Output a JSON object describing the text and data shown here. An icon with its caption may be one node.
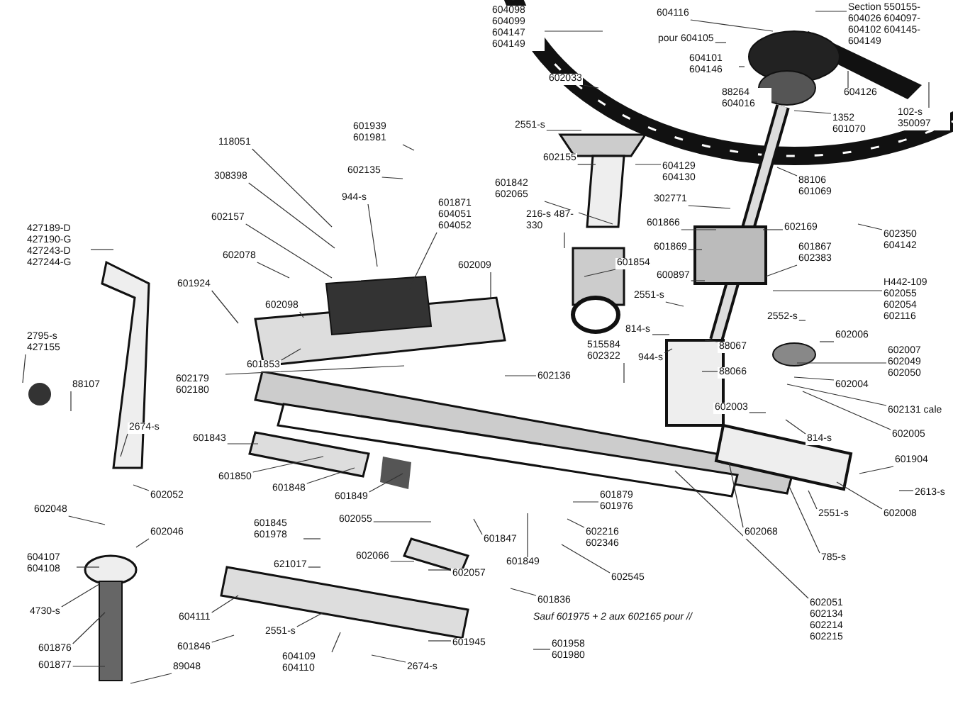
{
  "diagram": {
    "nodes": [
      {
        "text": [
          "604098 604099 604147 604149"
        ]
      },
      {
        "text": [
          "604116"
        ]
      },
      {
        "text": [
          "Section 550155-604026 604097-604102 604145-604149"
        ]
      },
      {
        "text": [
          "604101 604146"
        ]
      },
      {
        "text": [
          "602033"
        ]
      },
      {
        "text": [
          "88264 604016"
        ]
      },
      {
        "text": [
          "604126"
        ]
      },
      {
        "text": [
          "1352 601070"
        ]
      },
      {
        "text": [
          "102-s 350097"
        ]
      },
      {
        "text": [
          "2551-s"
        ]
      },
      {
        "text": [
          "602155"
        ]
      },
      {
        "text": [
          "604129 604130"
        ]
      },
      {
        "text": [
          "88106 601069"
        ]
      },
      {
        "text": [
          "601842 602065"
        ]
      },
      {
        "text": [
          "302771"
        ]
      },
      {
        "text": [
          "216-s 487-330"
        ]
      },
      {
        "text": [
          "601866"
        ]
      },
      {
        "text": [
          "602169"
        ]
      },
      {
        "text": [
          "602350 604142"
        ]
      },
      {
        "text": [
          "601867 602383"
        ]
      },
      {
        "text": [
          "601869"
        ]
      },
      {
        "text": [
          "601854"
        ]
      },
      {
        "text": [
          "600897"
        ]
      },
      {
        "text": [
          "2551-s"
        ]
      },
      {
        "text": [
          "H442-109 602055 602054 602116"
        ]
      },
      {
        "text": [
          "814-s"
        ]
      },
      {
        "text": [
          "2552-s"
        ]
      },
      {
        "text": [
          "602006"
        ]
      },
      {
        "text": [
          "88067"
        ]
      },
      {
        "text": [
          "601939 601981"
        ]
      },
      {
        "text": [
          "118051"
        ]
      },
      {
        "text": [
          "602135"
        ]
      },
      {
        "text": [
          "308398"
        ]
      },
      {
        "text": [
          "944-s"
        ]
      },
      {
        "text": [
          "601871 604051 604052"
        ]
      },
      {
        "text": [
          "602157"
        ]
      },
      {
        "text": [
          "602078"
        ]
      },
      {
        "text": [
          "601924"
        ]
      },
      {
        "text": [
          "602098"
        ]
      },
      {
        "text": [
          "602009"
        ]
      },
      {
        "text": [
          "427189-D 427190-G 427243-D 427244-G"
        ]
      },
      {
        "text": [
          "2795-s 427155"
        ]
      },
      {
        "text": [
          "88107"
        ]
      },
      {
        "text": [
          "2674-s"
        ]
      },
      {
        "text": [
          "601853"
        ]
      },
      {
        "text": [
          "602179 602180"
        ]
      },
      {
        "text": [
          "601843"
        ]
      },
      {
        "text": [
          "601850"
        ]
      },
      {
        "text": [
          "601848"
        ]
      },
      {
        "text": [
          "601849"
        ]
      },
      {
        "text": [
          "602052"
        ]
      },
      {
        "text": [
          "602048"
        ]
      },
      {
        "text": [
          "602046"
        ]
      },
      {
        "text": [
          "601845 601978"
        ]
      },
      {
        "text": [
          "602055"
        ]
      },
      {
        "text": [
          "604107 604108"
        ]
      },
      {
        "text": [
          "602066"
        ]
      },
      {
        "text": [
          "621017"
        ]
      },
      {
        "text": [
          "602057"
        ]
      },
      {
        "text": [
          "4730-s"
        ]
      },
      {
        "text": [
          "604111"
        ]
      },
      {
        "text": [
          "2551-s"
        ]
      },
      {
        "text": [
          "601876"
        ]
      },
      {
        "text": [
          "601846"
        ]
      },
      {
        "text": [
          "601945"
        ]
      },
      {
        "text": [
          "604109 604110"
        ]
      },
      {
        "text": [
          "601877"
        ]
      },
      {
        "text": [
          "89048"
        ]
      },
      {
        "text": [
          "2674-s"
        ]
      },
      {
        "text": [
          "515584 602322"
        ]
      },
      {
        "text": [
          "944-s"
        ]
      },
      {
        "text": [
          "602136"
        ]
      },
      {
        "text": [
          "88066"
        ]
      },
      {
        "text": [
          "602007 602049 602050"
        ]
      },
      {
        "text": [
          "602004"
        ]
      },
      {
        "text": [
          "602003"
        ]
      },
      {
        "text": [
          "602131 cale"
        ]
      },
      {
        "text": [
          "814-s"
        ]
      },
      {
        "text": [
          "602005"
        ]
      },
      {
        "text": [
          "601904"
        ]
      },
      {
        "text": [
          "2613-s"
        ]
      },
      {
        "text": [
          "601879 601976"
        ]
      },
      {
        "text": [
          "2551-s"
        ]
      },
      {
        "text": [
          "602008"
        ]
      },
      {
        "text": [
          "602216 602346"
        ]
      },
      {
        "text": [
          "601847"
        ]
      },
      {
        "text": [
          "602068"
        ]
      },
      {
        "text": [
          "601849"
        ]
      },
      {
        "text": [
          "785-s"
        ]
      },
      {
        "text": [
          "602545"
        ]
      },
      {
        "text": [
          "601836"
        ]
      },
      {
        "text": [
          "602051 602134 602214 602215"
        ]
      },
      {
        "text": [
          "601958 601980"
        ]
      },
      {
        "text": [
          "pour 604105"
        ]
      }
    ],
    "edges": [
      {
        "from": 0,
        "to": null,
        "arrow": "none"
      },
      {
        "from": 1,
        "to": null,
        "arrow": "none"
      },
      {
        "from": 2,
        "to": null,
        "arrow": "none"
      },
      {
        "from": 3,
        "to": null,
        "arrow": "none"
      },
      {
        "from": 4,
        "to": null,
        "arrow": "none"
      },
      {
        "from": 5,
        "to": null,
        "arrow": "none"
      },
      {
        "from": 6,
        "to": null,
        "arrow": "none"
      },
      {
        "from": 7,
        "to": null,
        "arrow": "none"
      },
      {
        "from": 8,
        "to": null,
        "arrow": "none"
      },
      {
        "from": 9,
        "to": null,
        "arrow": "none"
      },
      {
        "from": 10,
        "to": null,
        "arrow": "none"
      },
      {
        "from": 11,
        "to": null,
        "arrow": "none"
      },
      {
        "from": 12,
        "to": null,
        "arrow": "none"
      },
      {
        "from": 13,
        "to": null,
        "arrow": "none"
      },
      {
        "from": 14,
        "to": null,
        "arrow": "none"
      },
      {
        "from": 15,
        "to": null,
        "arrow": "none"
      },
      {
        "from": 16,
        "to": null,
        "arrow": "none"
      },
      {
        "from": 17,
        "to": null,
        "arrow": "none"
      },
      {
        "from": 18,
        "to": null,
        "arrow": "none"
      },
      {
        "from": 19,
        "to": null,
        "arrow": "none"
      },
      {
        "from": 20,
        "to": null,
        "arrow": "none"
      },
      {
        "from": 21,
        "to": null,
        "arrow": "none"
      },
      {
        "from": 22,
        "to": null,
        "arrow": "none"
      },
      {
        "from": 23,
        "to": null,
        "arrow": "none"
      },
      {
        "from": 24,
        "to": null,
        "arrow": "none"
      },
      {
        "from": 25,
        "to": null,
        "arrow": "none"
      },
      {
        "from": 26,
        "to": null,
        "arrow": "none"
      },
      {
        "from": 27,
        "to": null,
        "arrow": "none"
      },
      {
        "from": 28,
        "to": null,
        "arrow": "none"
      },
      {
        "from": 29,
        "to": null,
        "arrow": "none"
      },
      {
        "from": 30,
        "to": null,
        "arrow": "none"
      },
      {
        "from": 31,
        "to": null,
        "arrow": "none"
      },
      {
        "from": 32,
        "to": null,
        "arrow": "none"
      },
      {
        "from": 33,
        "to": null,
        "arrow": "none"
      },
      {
        "from": 34,
        "to": null,
        "arrow": "none"
      },
      {
        "from": 35,
        "to": null,
        "arrow": "none"
      },
      {
        "from": 36,
        "to": null,
        "arrow": "none"
      },
      {
        "from": 37,
        "to": null,
        "arrow": "none"
      },
      {
        "from": 38,
        "to": null,
        "arrow": "none"
      },
      {
        "from": 39,
        "to": null,
        "arrow": "none"
      },
      {
        "from": 40,
        "to": null,
        "arrow": "none"
      },
      {
        "from": 41,
        "to": null,
        "arrow": "none"
      },
      {
        "from": 42,
        "to": null,
        "arrow": "none"
      },
      {
        "from": 43,
        "to": null,
        "arrow": "none"
      },
      {
        "from": 44,
        "to": null,
        "arrow": "none"
      },
      {
        "from": 45,
        "to": null,
        "arrow": "none"
      },
      {
        "from": 46,
        "to": null,
        "arrow": "none"
      },
      {
        "from": 47,
        "to": null,
        "arrow": "none"
      },
      {
        "from": 48,
        "to": null,
        "arrow": "none"
      },
      {
        "from": 49,
        "to": null,
        "arrow": "none"
      },
      {
        "from": 50,
        "to": null,
        "arrow": "none"
      },
      {
        "from": 51,
        "to": null,
        "arrow": "none"
      },
      {
        "from": 52,
        "to": null,
        "arrow": "none"
      },
      {
        "from": 53,
        "to": null,
        "arrow": "none"
      },
      {
        "from": 54,
        "to": null,
        "arrow": "none"
      },
      {
        "from": 55,
        "to": null,
        "arrow": "none"
      },
      {
        "from": 56,
        "to": null,
        "arrow": "none"
      },
      {
        "from": 57,
        "to": null,
        "arrow": "none"
      },
      {
        "from": 58,
        "to": null,
        "arrow": "none"
      },
      {
        "from": 59,
        "to": null,
        "arrow": "none"
      },
      {
        "from": 60,
        "to": null,
        "arrow": "none"
      },
      {
        "from": 61,
        "to": null,
        "arrow": "none"
      },
      {
        "from": 62,
        "to": null,
        "arrow": "none"
      },
      {
        "from": 63,
        "to": null,
        "arrow": "none"
      },
      {
        "from": 64,
        "to": null,
        "arrow": "none"
      },
      {
        "from": 65,
        "to": null,
        "arrow": "none"
      },
      {
        "from": 66,
        "to": null,
        "arrow": "none"
      },
      {
        "from": 67,
        "to": null,
        "arrow": "none"
      },
      {
        "from": 68,
        "to": null,
        "arrow": "none"
      },
      {
        "from": 69,
        "to": null,
        "arrow": "none"
      },
      {
        "from": 70,
        "to": null,
        "arrow": "none"
      },
      {
        "from": 71,
        "to": null,
        "arrow": "none"
      },
      {
        "from": 72,
        "to": null,
        "arrow": "none"
      },
      {
        "from": 73,
        "to": null,
        "arrow": "none"
      },
      {
        "from": 74,
        "to": null,
        "arrow": "none"
      },
      {
        "from": 75,
        "to": null,
        "arrow": "none"
      },
      {
        "from": 76,
        "to": null,
        "arrow": "none"
      },
      {
        "from": 77,
        "to": null,
        "arrow": "none"
      },
      {
        "from": 78,
        "to": null,
        "arrow": "none"
      },
      {
        "from": 79,
        "to": null,
        "arrow": "none"
      },
      {
        "from": 80,
        "to": null,
        "arrow": "none"
      },
      {
        "from": 81,
        "to": null,
        "arrow": "none"
      },
      {
        "from": 82,
        "to": null,
        "arrow": "none"
      },
      {
        "from": 83,
        "to": null,
        "arrow": "none"
      },
      {
        "from": 84,
        "to": null,
        "arrow": "none"
      },
      {
        "from": 85,
        "to": null,
        "arrow": "none"
      },
      {
        "from": 86,
        "to": null,
        "arrow": "none"
      },
      {
        "from": 87,
        "to": null,
        "arrow": "none"
      },
      {
        "from": 88,
        "to": null,
        "arrow": "none"
      },
      {
        "from": 89,
        "to": null,
        "arrow": "none"
      },
      {
        "from": 90,
        "to": null,
        "arrow": "none"
      },
      {
        "from": 91,
        "to": null,
        "arrow": "none"
      },
      {
        "from": 92,
        "to": null,
        "arrow": "none"
      },
      {
        "from": 93,
        "to": null,
        "arrow": "none"
      }
    ],
    "labels": [
      "Sauf 601975 + 2 aux 602165 pour //"
    ]
  }
}
